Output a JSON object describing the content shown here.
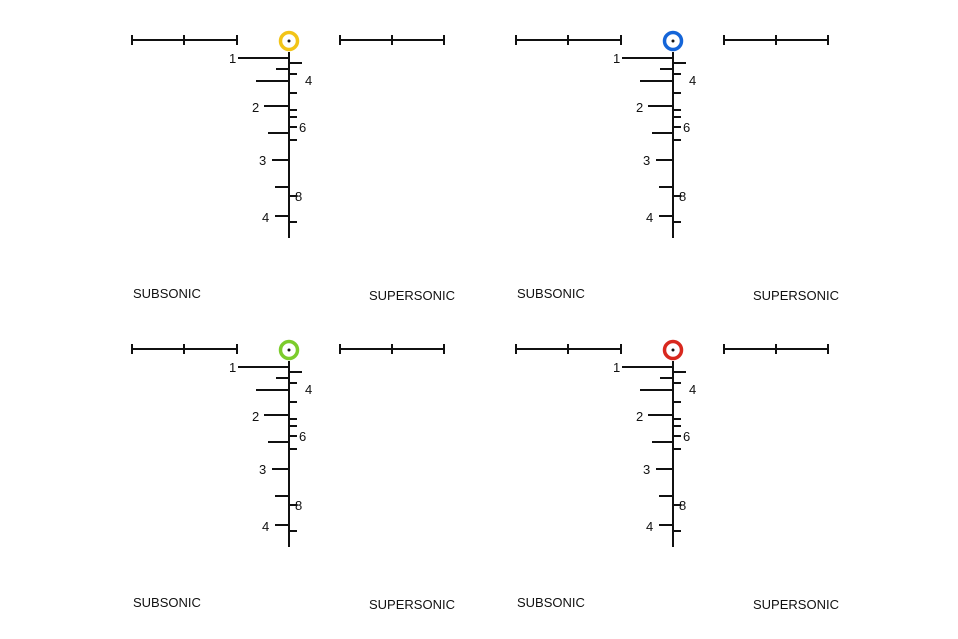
{
  "colors": {
    "line": "#111111",
    "yellow": "#f2c417",
    "blue": "#1565d8",
    "green": "#7ccc2c",
    "red": "#d8281e"
  },
  "reticles": [
    {
      "name": "yellow",
      "ring_color": "#f2c417",
      "left_label": "SUBSONIC",
      "right_label": "SUPERSONIC",
      "marks_left": [
        "1",
        "2",
        "3",
        "4"
      ],
      "marks_right": [
        "4",
        "6",
        "8"
      ]
    },
    {
      "name": "blue",
      "ring_color": "#1565d8",
      "left_label": "SUBSONIC",
      "right_label": "SUPERSONIC",
      "marks_left": [
        "1",
        "2",
        "3",
        "4"
      ],
      "marks_right": [
        "4",
        "6",
        "8"
      ]
    },
    {
      "name": "green",
      "ring_color": "#7ccc2c",
      "left_label": "SUBSONIC",
      "right_label": "SUPERSONIC",
      "marks_left": [
        "1",
        "2",
        "3",
        "4"
      ],
      "marks_right": [
        "4",
        "6",
        "8"
      ]
    },
    {
      "name": "red",
      "ring_color": "#d8281e",
      "left_label": "SUBSONIC",
      "right_label": "SUPERSONIC",
      "marks_left": [
        "1",
        "2",
        "3",
        "4"
      ],
      "marks_right": [
        "4",
        "6",
        "8"
      ]
    }
  ]
}
